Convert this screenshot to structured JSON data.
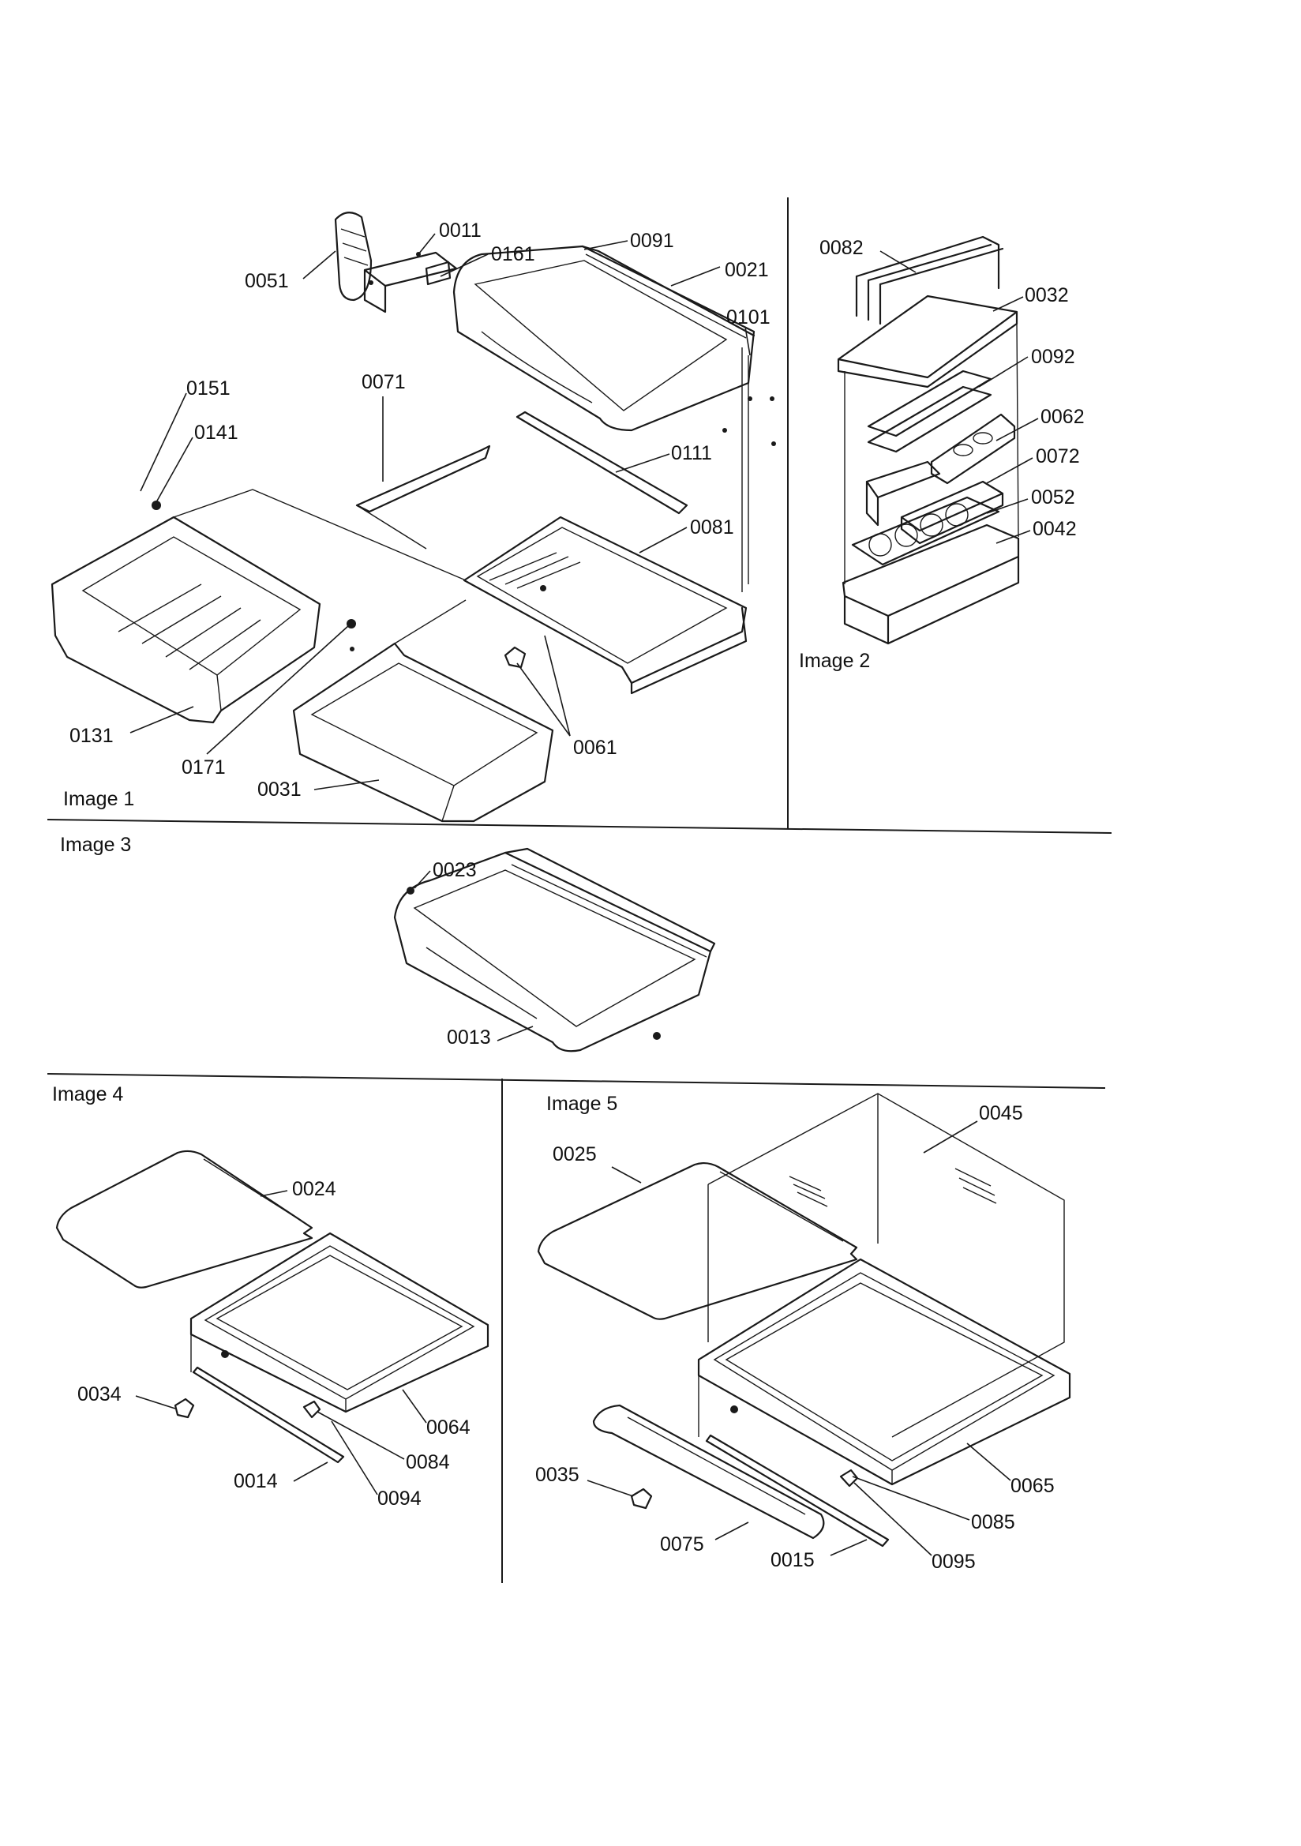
{
  "images": [
    {
      "id": "image-1",
      "caption": "Image 1"
    },
    {
      "id": "image-2",
      "caption": "Image 2"
    },
    {
      "id": "image-3",
      "caption": "Image 3"
    },
    {
      "id": "image-4",
      "caption": "Image 4"
    },
    {
      "id": "image-5",
      "caption": "Image 5"
    }
  ],
  "callouts": {
    "c0011": "0011",
    "c0161": "0161",
    "c0051": "0051",
    "c0091": "0091",
    "c0021": "0021",
    "c0101": "0101",
    "c0071": "0071",
    "c0151": "0151",
    "c0141": "0141",
    "c0111": "0111",
    "c0081": "0081",
    "c0131": "0131",
    "c0171": "0171",
    "c0031": "0031",
    "c0061": "0061",
    "c0082": "0082",
    "c0032": "0032",
    "c0092": "0092",
    "c0062": "0062",
    "c0072": "0072",
    "c0052": "0052",
    "c0042": "0042",
    "c0023": "0023",
    "c0013": "0013",
    "c0024": "0024",
    "c0034": "0034",
    "c0064": "0064",
    "c0084": "0084",
    "c0014": "0014",
    "c0094": "0094",
    "c0025": "0025",
    "c0045": "0045",
    "c0035": "0035",
    "c0065": "0065",
    "c0085": "0085",
    "c0075": "0075",
    "c0015": "0015",
    "c0095": "0095"
  }
}
